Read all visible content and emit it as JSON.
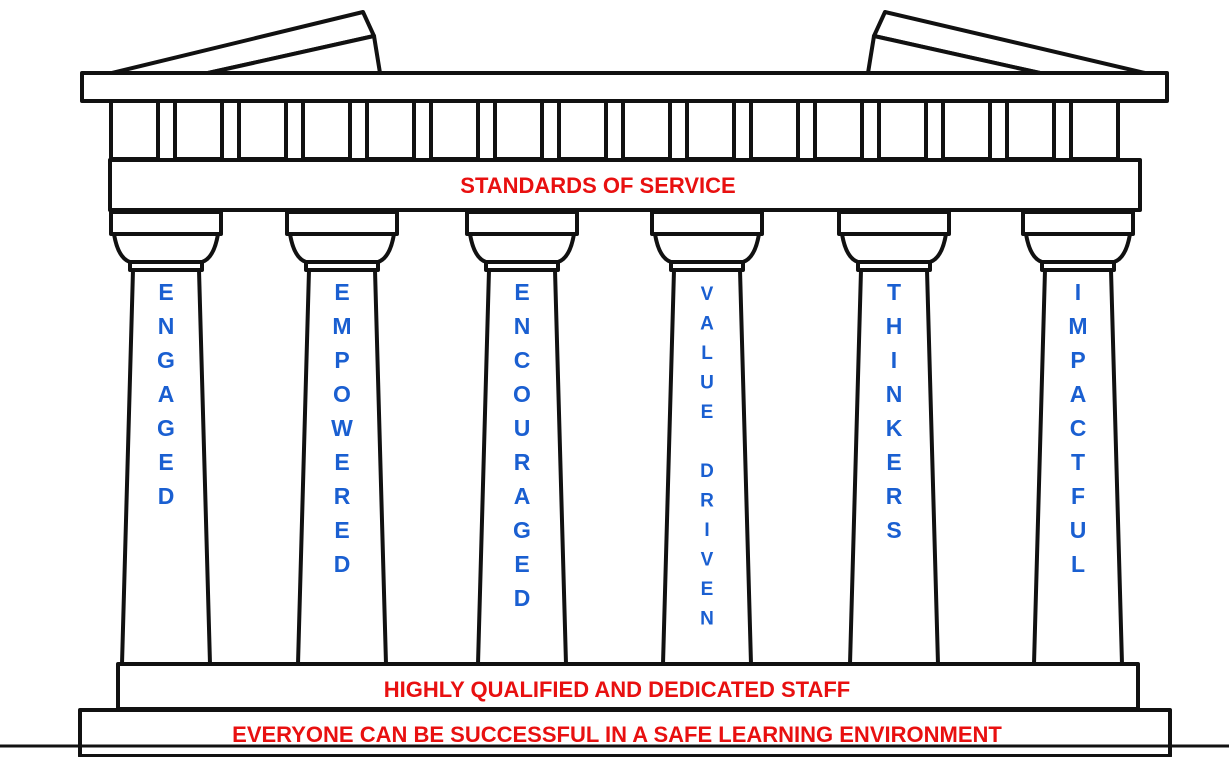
{
  "entablature_label": "STANDARDS OF SERVICE",
  "upper_step_label": "HIGHLY QUALIFIED AND DEDICATED STAFF",
  "base_step_label": "EVERYONE CAN BE SUCCESSFUL IN A SAFE LEARNING ENVIRONMENT",
  "pillars": [
    {
      "letters": [
        "E",
        "N",
        "G",
        "A",
        "G",
        "E",
        "D"
      ]
    },
    {
      "letters": [
        "E",
        "M",
        "P",
        "O",
        "W",
        "E",
        "R",
        "E",
        "D"
      ]
    },
    {
      "letters": [
        "E",
        "N",
        "C",
        "O",
        "U",
        "R",
        "A",
        "G",
        "E",
        "D"
      ]
    },
    {
      "letters": [
        "V",
        "A",
        "L",
        "U",
        "E",
        "",
        "D",
        "R",
        "I",
        "V",
        "E",
        "N"
      ]
    },
    {
      "letters": [
        "T",
        "H",
        "I",
        "N",
        "K",
        "E",
        "R",
        "S"
      ]
    },
    {
      "letters": [
        "I",
        "M",
        "P",
        "A",
        "C",
        "T",
        "F",
        "U",
        "L"
      ]
    }
  ],
  "colors": {
    "label_red": "#e81010",
    "pillar_blue": "#1a5fd1",
    "outline": "#111111"
  }
}
